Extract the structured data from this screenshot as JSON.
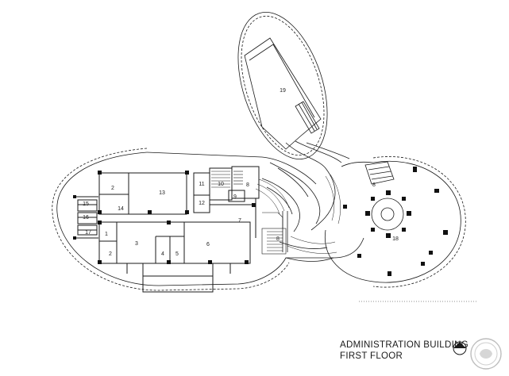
{
  "title": {
    "line1": "ADMINISTRATION BUILDING",
    "line2": "FIRST FLOOR"
  },
  "room_labels": {
    "r1": "1",
    "r2a": "2",
    "r2b": "2",
    "r3": "3",
    "r4": "4",
    "r5": "5",
    "r6": "6",
    "r7": "7",
    "r8a": "8",
    "r8b": "8",
    "r8c": "8",
    "r9": "9",
    "r10": "10",
    "r11": "11",
    "r12": "12",
    "r13": "13",
    "r14": "14",
    "r15": "15",
    "r16": "16",
    "r17": "17",
    "r18": "18",
    "r19": "19"
  },
  "icons": {
    "north_arrow": "north-arrow-icon",
    "watermark": "watermark-stamp-icon"
  },
  "colors": {
    "line": "#1a1a1a",
    "background": "#ffffff"
  }
}
